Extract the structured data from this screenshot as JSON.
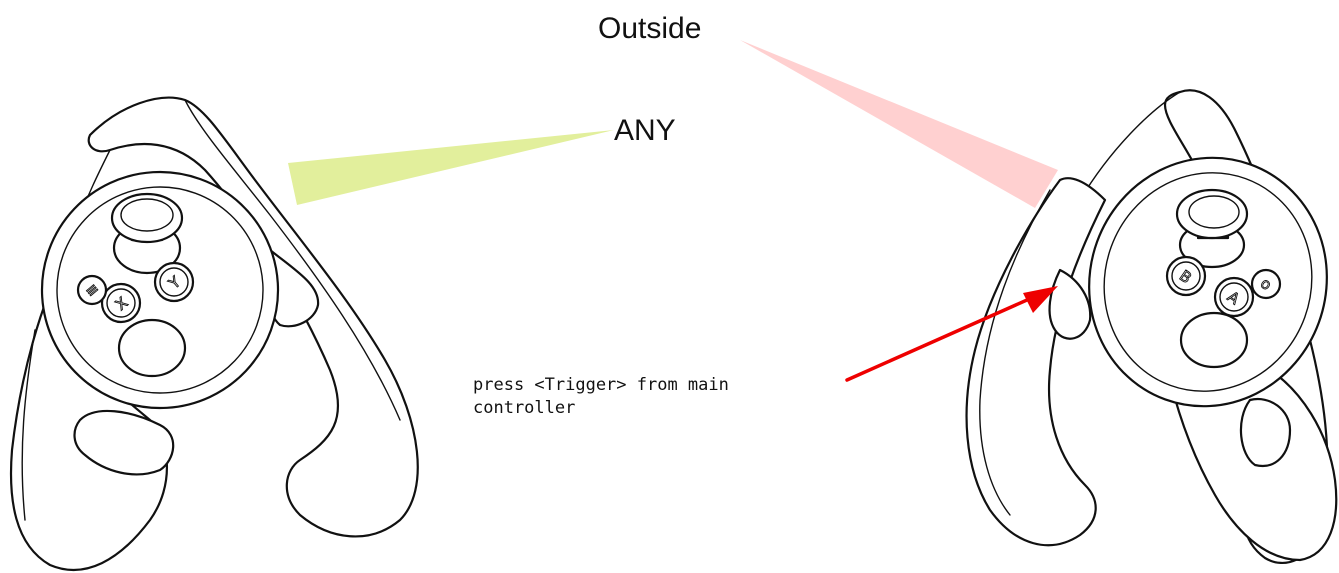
{
  "labels": {
    "outside": "Outside",
    "any": "ANY",
    "note_line1": "press <Trigger> from main",
    "note_line2": "controller"
  },
  "left_controller": {
    "buttons": [
      "X",
      "Y",
      "≡"
    ]
  },
  "right_controller": {
    "buttons": [
      "A",
      "B",
      "o"
    ]
  },
  "colors": {
    "any_pointer": "#e2ef9c",
    "outside_pointer": "#ffd0d0",
    "trigger_arrow": "#ee0000",
    "outline": "#111111"
  },
  "icons": {
    "left": "left-touch-controller-icon",
    "right": "right-touch-controller-icon",
    "arrow": "red-arrow-icon"
  }
}
